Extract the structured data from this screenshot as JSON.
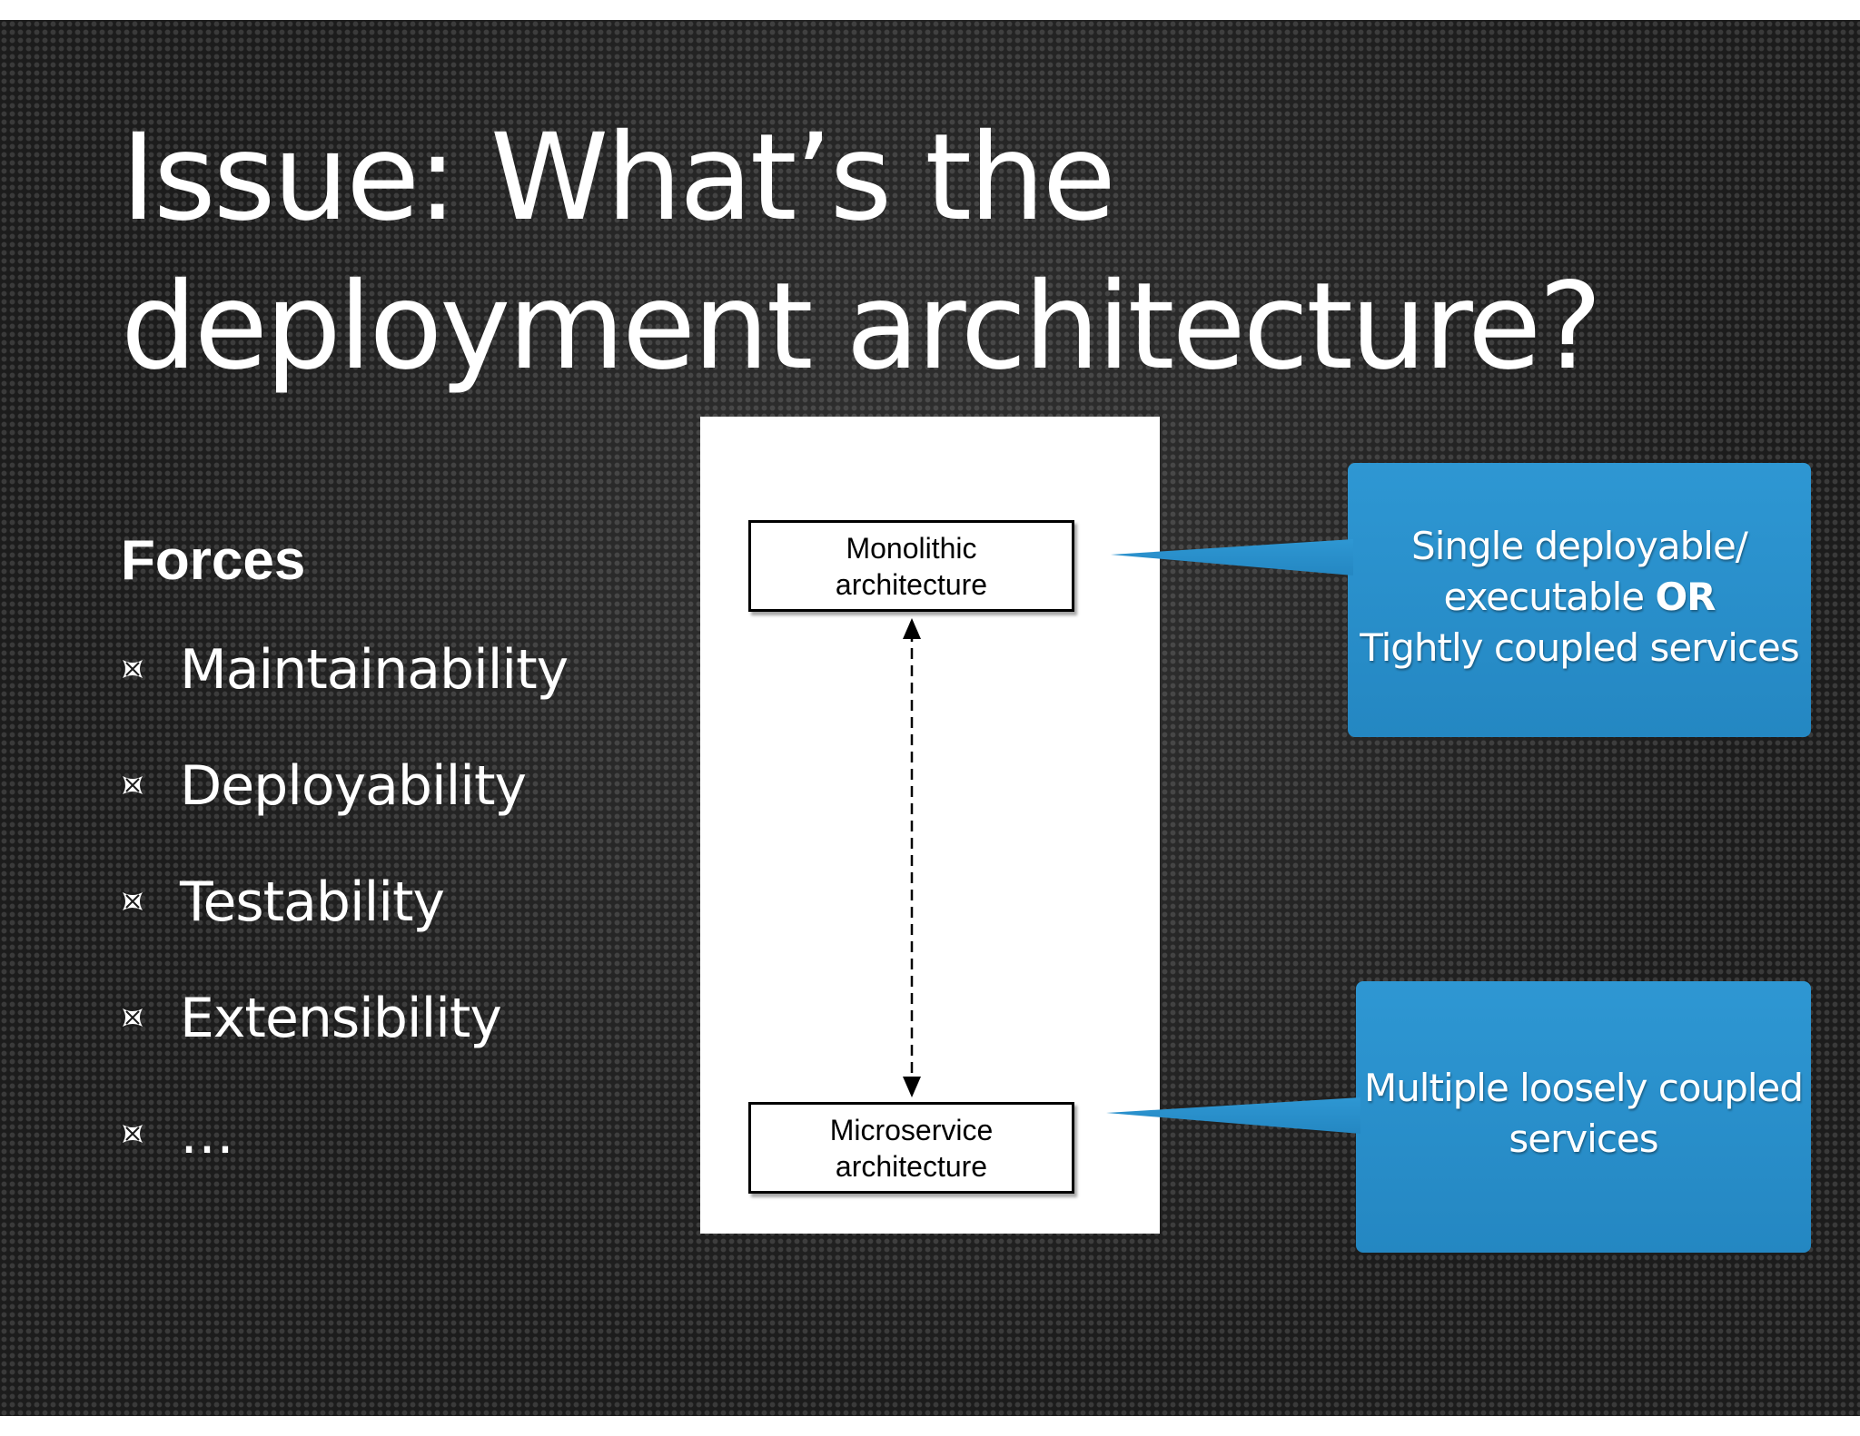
{
  "slide": {
    "title": "Issue: What’s the deployment architecture?",
    "forces_heading": "Forces",
    "forces": [
      "Maintainability",
      "Deployability",
      "Testability",
      "Extensibility",
      "…"
    ]
  },
  "diagram": {
    "top_box": [
      "Monolithic",
      "architecture"
    ],
    "bottom_box": [
      "Microservice",
      "architecture"
    ],
    "connector": "dashed double-headed arrow"
  },
  "callouts": {
    "monolithic": {
      "line1": "Single deployable/",
      "line2_prefix": "executable ",
      "line2_emphasis": "OR",
      "line3": "Tightly coupled services"
    },
    "microservice": {
      "line1": "Multiple loosely coupled",
      "line2": "services"
    }
  },
  "colors": {
    "background": "#1c1c1c",
    "callout_fill": "#2a90cc",
    "text": "#ffffff",
    "panel": "#ffffff"
  }
}
